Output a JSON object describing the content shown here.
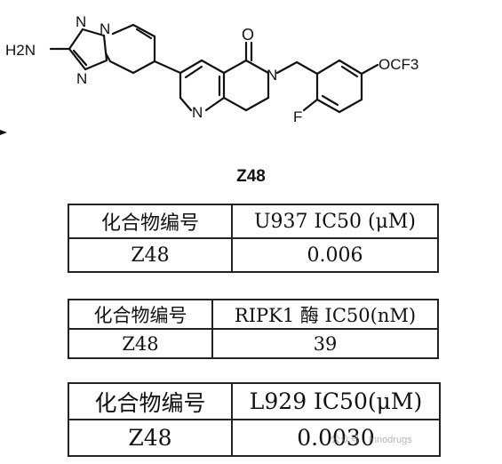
{
  "structure": {
    "labels": {
      "amine": "H2N",
      "n1": "N",
      "n2": "N",
      "n3": "N",
      "n_pyridine": "N",
      "n_lactam": "N",
      "oxygen": "O",
      "fluorine": "F",
      "ocf3": "OCF3"
    }
  },
  "compound": {
    "label": "Z48"
  },
  "tables": [
    {
      "header": {
        "col1": "化合物编号",
        "col2": "U937 IC50 (μM)"
      },
      "row": {
        "compound": "Z48",
        "value": "0.006"
      }
    },
    {
      "header": {
        "col1": "化合物编号",
        "col2": "RIPK1 酶 IC50(nM)"
      },
      "row": {
        "compound": "Z48",
        "value": "39"
      }
    },
    {
      "header": {
        "col1": "化合物编号",
        "col2": "L929 IC50(μM)"
      },
      "row": {
        "compound": "Z48",
        "value": "0.0030"
      }
    }
  ],
  "watermark": "公众号 · Innodrugs"
}
